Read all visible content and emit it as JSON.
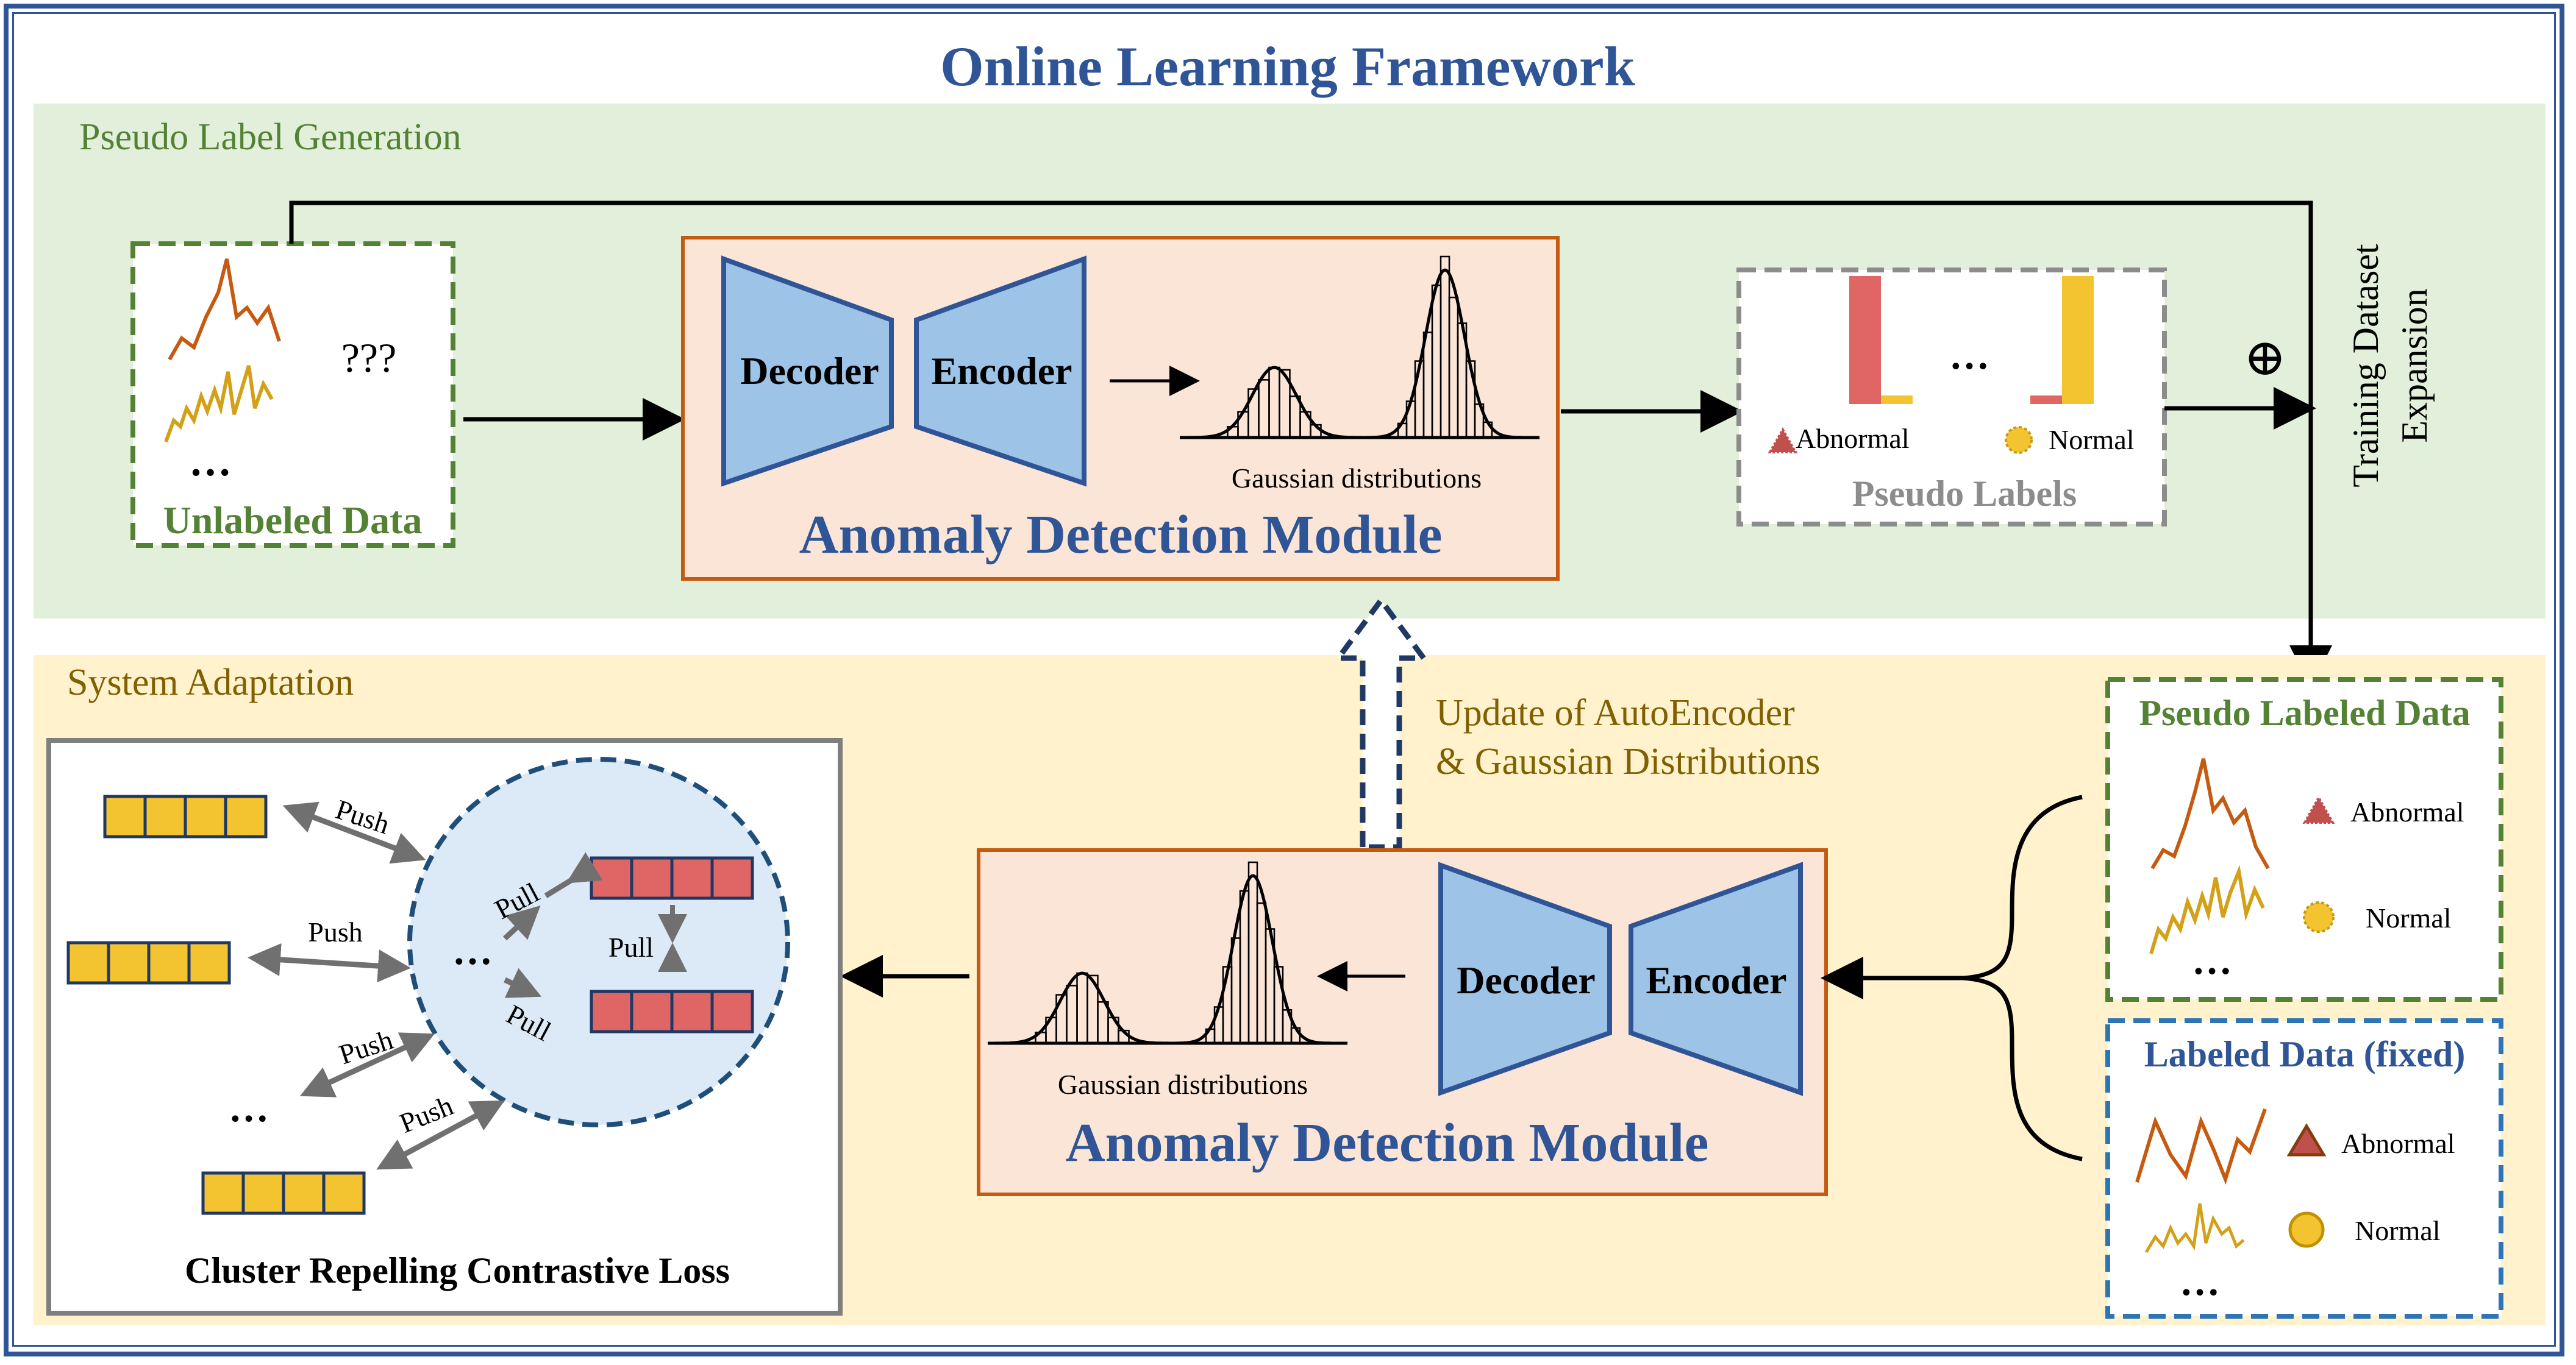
{
  "title": "Online Learning Framework",
  "panels": {
    "pseudo_label_generation": "Pseudo Label Generation",
    "system_adaptation": "System Adaptation"
  },
  "unlabeled": {
    "label": "Unlabeled Data",
    "unknown": "???",
    "ellipsis": "…"
  },
  "adm_top": {
    "label": "Anomaly Detection Module",
    "decoder": "Decoder",
    "encoder": "Encoder",
    "gauss_caption": "Gaussian distributions"
  },
  "adm_bottom": {
    "label": "Anomaly Detection Module",
    "decoder": "Decoder",
    "encoder": "Encoder",
    "gauss_caption": "Gaussian distributions"
  },
  "pseudo_labels": {
    "label": "Pseudo Labels",
    "abnormal": "Abnormal",
    "normal": "Normal",
    "ellipsis": "…",
    "bars": {
      "abnormal_class": [
        0.9,
        0.06
      ],
      "normal_class": [
        0.06,
        0.9
      ]
    }
  },
  "oplus": "⊕",
  "expansion": {
    "line1": "Training Dataset",
    "line2": "Expansion"
  },
  "update": {
    "line1": "Update of AutoEncoder",
    "line2": "& Gaussian Distributions"
  },
  "pseudo_labeled": {
    "label": "Pseudo Labeled Data",
    "abnormal": "Abnormal",
    "normal": "Normal",
    "ellipsis": "…"
  },
  "labeled": {
    "label": "Labeled Data (fixed)",
    "abnormal": "Abnormal",
    "normal": "Normal",
    "ellipsis": "…"
  },
  "contrastive": {
    "label": "Cluster Repelling Contrastive Loss",
    "push": "Push",
    "pull": "Pull",
    "ellipsis": "…"
  },
  "colors": {
    "frame": "#2f5597",
    "title": "#2f5597",
    "green_panel": "#e2efda",
    "green_text": "#548235",
    "yellow_panel": "#fff2cc",
    "yellow_text": "#806000",
    "adm_fill": "#fbe5d6",
    "adm_border": "#c55a11",
    "trapezoid_fill": "#9dc3e6",
    "trapezoid_border": "#2f5597",
    "red_bar": "#e06666",
    "yellow_bar": "#f4c430",
    "red_wave": "#c55a11",
    "yellow_wave": "#d4a017",
    "cluster_fill": "#dce9f7",
    "cluster_border": "#1f4e79"
  }
}
